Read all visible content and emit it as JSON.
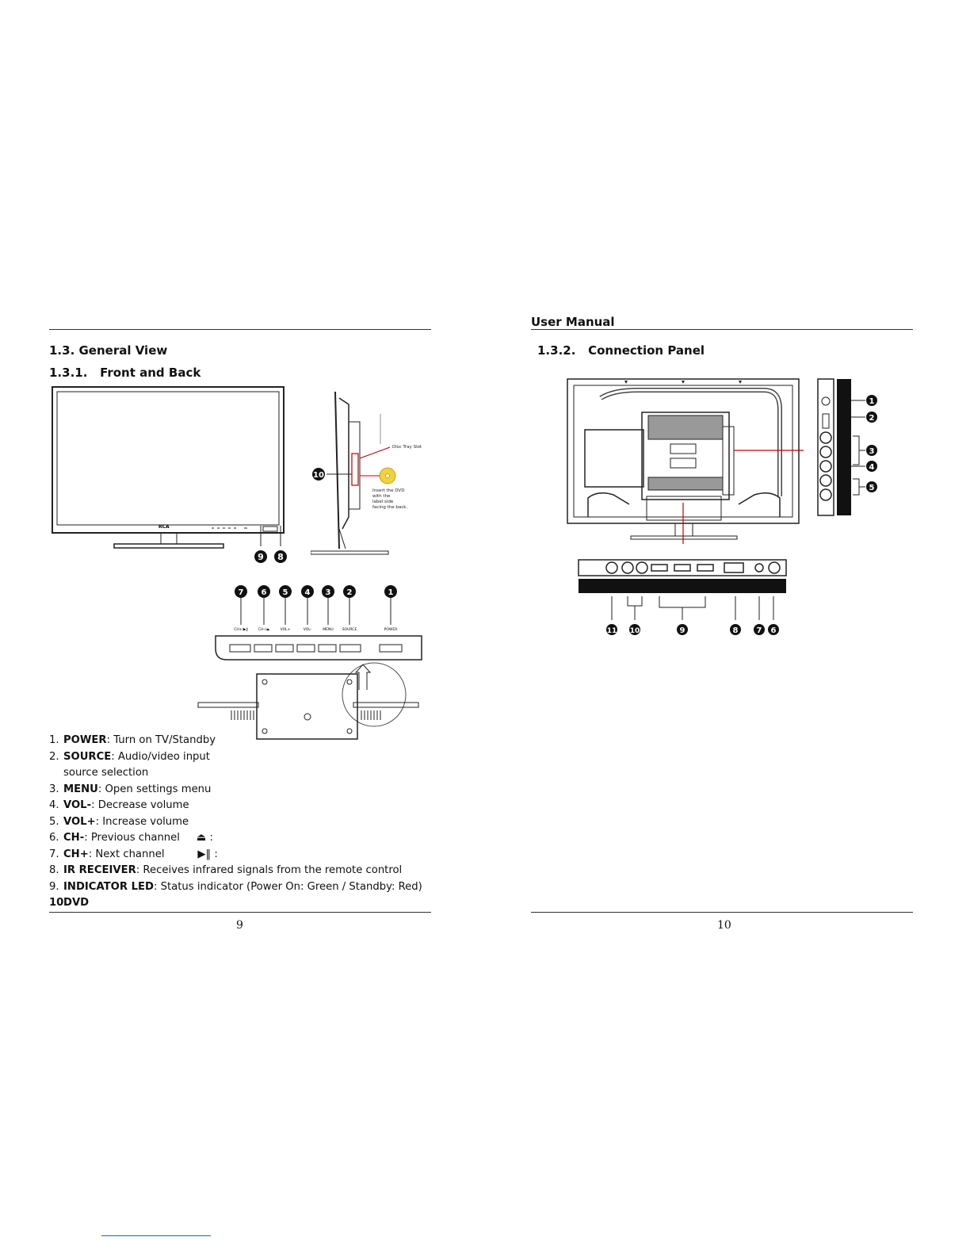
{
  "left_page": {
    "heading_section": "1.3. General View",
    "heading_sub": "1.3.1.   Front and Back",
    "tv_brand": "RCA",
    "side_labels": {
      "disc_slot": "Disc Tray Slot",
      "insert_dvd": [
        "Insert the DVD",
        "with the",
        "label side",
        "facing the back."
      ]
    },
    "callouts_front": [
      "9",
      "8"
    ],
    "callout_side": "10",
    "callouts_keys": [
      "7",
      "6",
      "5",
      "4",
      "3",
      "2",
      "1"
    ],
    "key_labels": [
      "CH+/▶‖",
      "CH-/⏏",
      "VOL+",
      "VOL-",
      "MENU",
      "SOURCE",
      "POWER"
    ],
    "items": [
      {
        "num": "1.",
        "label": "POWER",
        "text": ": Turn on TV/Standby"
      },
      {
        "num": "2.",
        "label": "SOURCE",
        "text": ": Audio/video input",
        "cont": "source selection"
      },
      {
        "num": "3.",
        "label": "MENU",
        "text": ": Open settings menu"
      },
      {
        "num": "4.",
        "label": "VOL-",
        "text": ": Decrease volume"
      },
      {
        "num": "5.",
        "label": "VOL+",
        "text": ": Increase volume"
      },
      {
        "num": "6.",
        "label": "CH-",
        "text": ": Previous channel     ⏏ :"
      },
      {
        "num": "7.",
        "label": "CH+",
        "text": ": Next channel          ▶‖ :"
      },
      {
        "num": "8.",
        "label": "IR RECEIVER",
        "text": ": Receives infrared signals from the remote control"
      },
      {
        "num": "9.",
        "label": "INDICATOR LED",
        "text": ": Status indicator (Power On: Green / Standby: Red)"
      },
      {
        "num": "10.",
        "label": "DVD",
        "text": ""
      }
    ],
    "page_number": "9"
  },
  "right_page": {
    "header": "User Manual",
    "heading_sub": "1.3.2.   Connection Panel",
    "side_callouts": [
      "1",
      "2",
      "3",
      "4",
      "5"
    ],
    "bottom_callouts": [
      "11",
      "10",
      "9",
      "8",
      "7",
      "6"
    ],
    "page_number": "10"
  }
}
